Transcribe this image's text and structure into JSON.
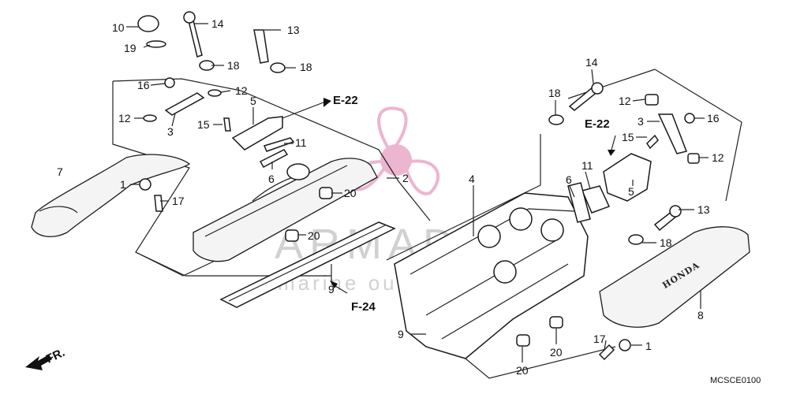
{
  "diagram": {
    "code": "MCSCE0100",
    "direction_label": "FR.",
    "cover_brand": "HONDA"
  },
  "watermark": {
    "brand": "ARMADA",
    "tagline": "marine outboards",
    "color": "#e9a9c8"
  },
  "references": {
    "e22_upper": "E-22",
    "e22_right": "E-22",
    "f24": "F-24"
  },
  "callouts": {
    "c10": "10",
    "c19": "19",
    "c14a": "14",
    "c18a": "18",
    "c13a": "13",
    "c18b": "18",
    "c16a": "16",
    "c12a": "12",
    "c12b": "12",
    "c3a": "3",
    "c5a": "5",
    "c15a": "15",
    "c11a": "11",
    "c6a": "6",
    "c2": "2",
    "c7": "7",
    "c1a": "1",
    "c17a": "17",
    "c20a": "20",
    "c20b": "20",
    "c9a": "9",
    "c14b": "14",
    "c18c": "18",
    "c12c": "12",
    "c3b": "3",
    "c16b": "16",
    "c15b": "15",
    "c12d": "12",
    "c4": "4",
    "c6b": "6",
    "c11b": "11",
    "c5b": "5",
    "c13b": "13",
    "c18d": "18",
    "c8": "8",
    "c9b": "9",
    "c20c": "20",
    "c20d": "20",
    "c17b": "17",
    "c1b": "1"
  }
}
